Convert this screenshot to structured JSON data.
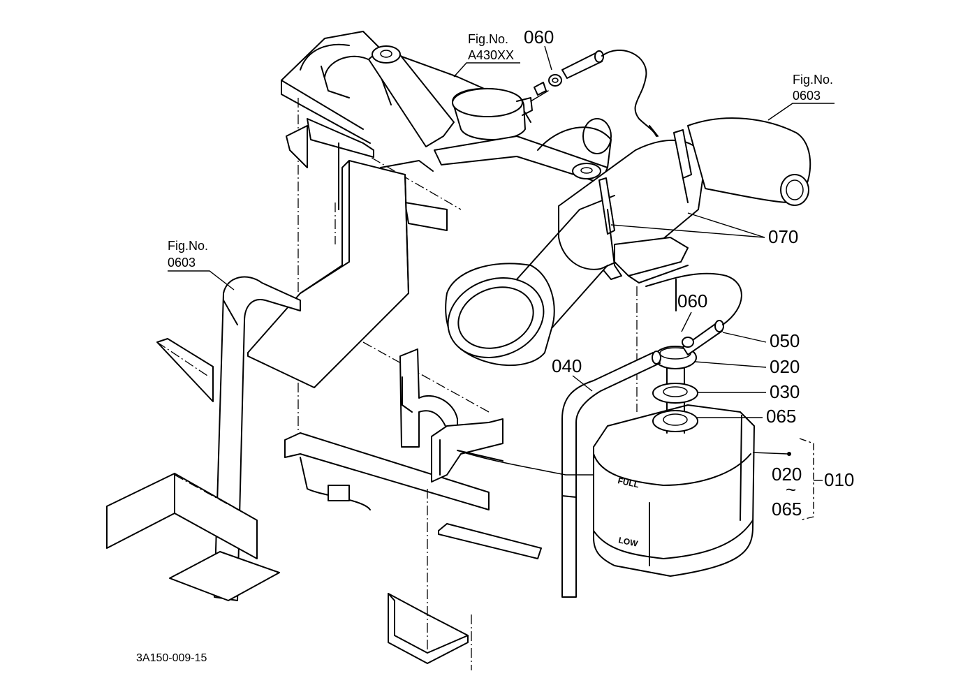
{
  "figure_refs": {
    "top": {
      "title": "Fig.No.",
      "number": "A430XX"
    },
    "right": {
      "title": "Fig.No.",
      "number": "0603"
    },
    "left": {
      "title": "Fig.No.",
      "number": "0603"
    }
  },
  "callouts": {
    "c060_top": "060",
    "c060_mid": "060",
    "c070": "070",
    "c050": "050",
    "c020": "020",
    "c030": "030",
    "c065": "065",
    "c040": "040",
    "range_from": "020",
    "range_tilde": "~",
    "range_to": "065",
    "assembly": "010"
  },
  "tank_labels": {
    "full": "FULL",
    "low": "LOW"
  },
  "drawing_code": "3A150-009-15"
}
